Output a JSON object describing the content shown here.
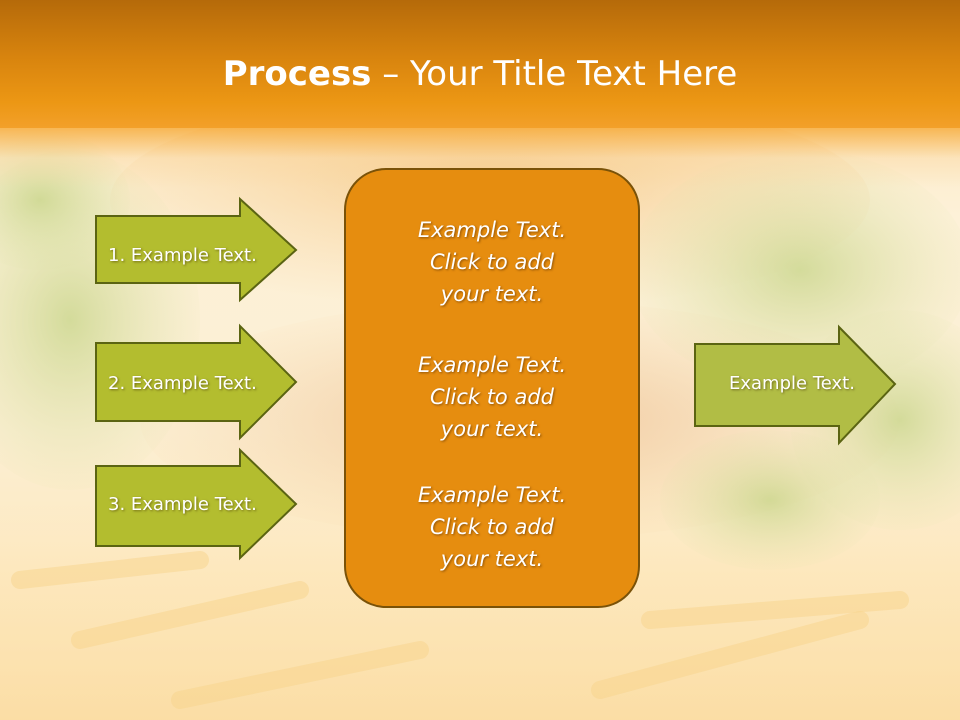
{
  "slide": {
    "title_bold": "Process",
    "title_rest": " – Your Title Text Here",
    "input_steps": [
      {
        "label": "1. Example Text."
      },
      {
        "label": "2. Example Text."
      },
      {
        "label": "3. Example Text."
      }
    ],
    "center_blocks": [
      {
        "line1": "Example Text.",
        "line2": "Click  to add",
        "line3": "your text."
      },
      {
        "line1": "Example Text.",
        "line2": "Click  to add",
        "line3": "your text."
      },
      {
        "line1": "Example Text.",
        "line2": "Click  to add",
        "line3": "your text."
      }
    ],
    "output_step": {
      "label": "Example Text."
    }
  },
  "colors": {
    "header": "#d8840e",
    "center_box_fill": "#e68d0f",
    "center_box_border": "#7a5208",
    "arrow_fill": "#b3bd2f",
    "arrow_border": "#5b6412",
    "output_arrow_fill": "#b1bd45",
    "title_text": "#ffffff"
  },
  "background": {
    "image_subject": "hamburger-with-lettuce-and-fries"
  }
}
